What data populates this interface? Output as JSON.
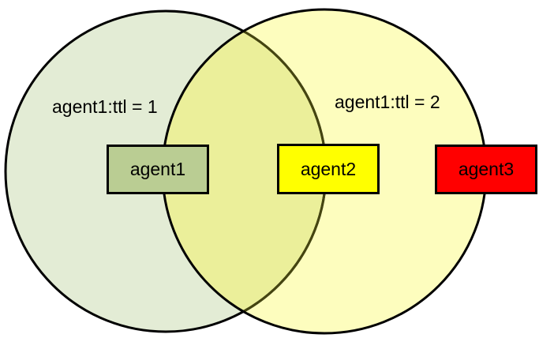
{
  "diagram": {
    "background_color": "#ffffff",
    "text_color": "#000000",
    "stroke_color": "#000000",
    "covered_stroke_color": "#454510",
    "overlap_fill": "#ebef9a",
    "circles": [
      {
        "name": "left-circle",
        "label": "agent1:ttl = 1",
        "fill": "#e3ecd5"
      },
      {
        "name": "right-circle",
        "label": "agent1:ttl = 2",
        "fill": "#fdfdbe"
      }
    ],
    "boxes": [
      {
        "name": "agent1-box",
        "label": "agent1",
        "fill": "#bacd93"
      },
      {
        "name": "agent2-box",
        "label": "agent2",
        "fill": "#ffff00"
      },
      {
        "name": "agent3-box",
        "label": "agent3",
        "fill": "#ff0000"
      }
    ]
  }
}
